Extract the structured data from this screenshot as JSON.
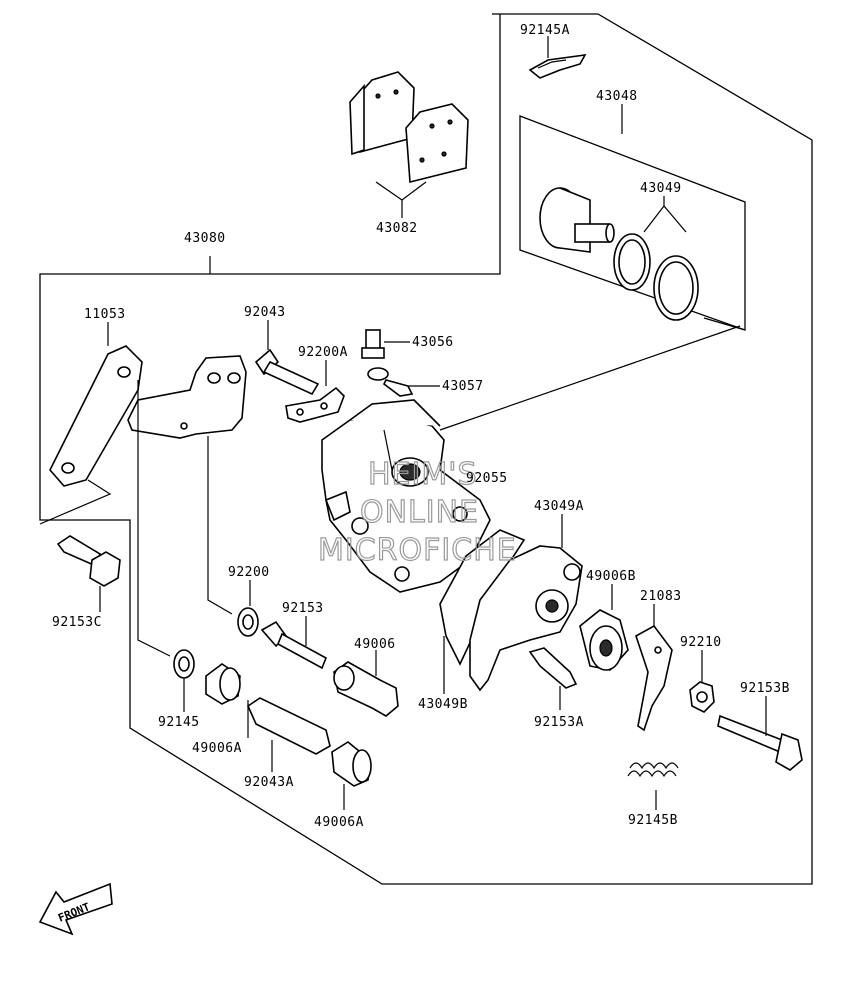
{
  "labels": {
    "p92145A": "92145A",
    "p43048": "43048",
    "p43049": "43049",
    "p43082": "43082",
    "p43080": "43080",
    "p11053": "11053",
    "p92043": "92043",
    "p92200A": "92200A",
    "p43056": "43056",
    "p43057": "43057",
    "p92055": "92055",
    "p43049A": "43049A",
    "p49006B": "49006B",
    "p21083": "21083",
    "p92210": "92210",
    "p92153B": "92153B",
    "p92200": "92200",
    "p92153": "92153",
    "p49006": "49006",
    "p43049B": "43049B",
    "p92153A": "92153A",
    "p92153C": "92153C",
    "p92145": "92145",
    "p49006A_1": "49006A",
    "p92043A": "92043A",
    "p49006A_2": "49006A",
    "p92145B": "92145B"
  },
  "watermark": {
    "line1": "HEIM'S",
    "line2": "ONLINE",
    "line3": "MICROFICHE"
  },
  "front_marker": "FRONT"
}
